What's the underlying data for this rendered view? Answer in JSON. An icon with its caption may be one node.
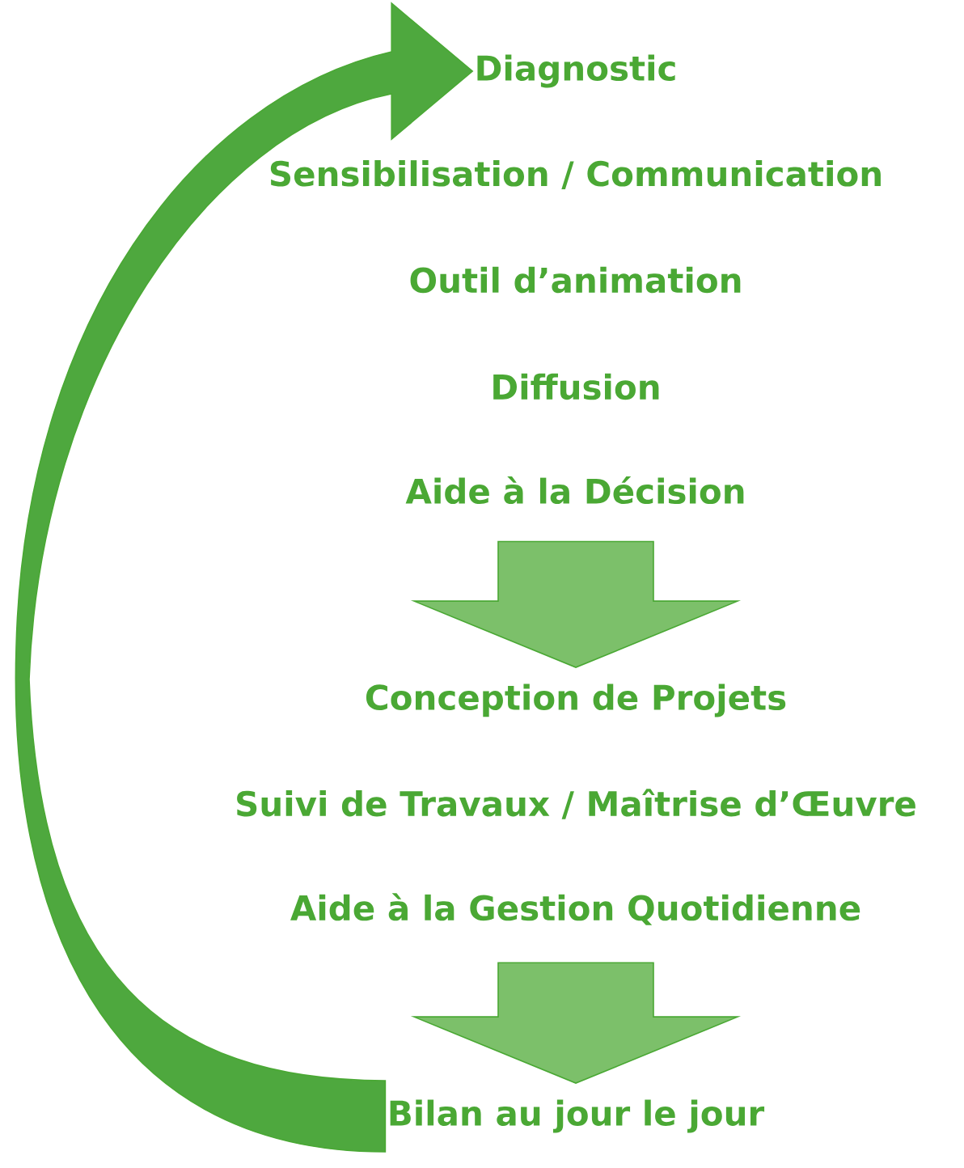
{
  "diagram": {
    "nodes": [
      {
        "text": [
          "Diagnostic"
        ]
      },
      {
        "text": [
          "Sensibilisation / Communication"
        ]
      },
      {
        "text": [
          "Outil d’animation"
        ]
      },
      {
        "text": [
          "Diffusion"
        ]
      },
      {
        "text": [
          "Aide à la Décision"
        ]
      },
      {
        "text": [
          "Conception de Projets"
        ]
      },
      {
        "text": [
          "Suivi de Travaux / Maîtrise d’Œuvre"
        ]
      },
      {
        "text": [
          "Aide à la Gestion Quotidienne"
        ]
      },
      {
        "text": [
          "Bilan au jour le jour"
        ]
      }
    ],
    "edges": [
      {
        "from": 4,
        "to": 5,
        "arrow": "to"
      },
      {
        "from": 7,
        "to": 8,
        "arrow": "to"
      },
      {
        "from": 8,
        "to": 0,
        "arrow": "to",
        "color": "#4ea83e"
      }
    ]
  }
}
